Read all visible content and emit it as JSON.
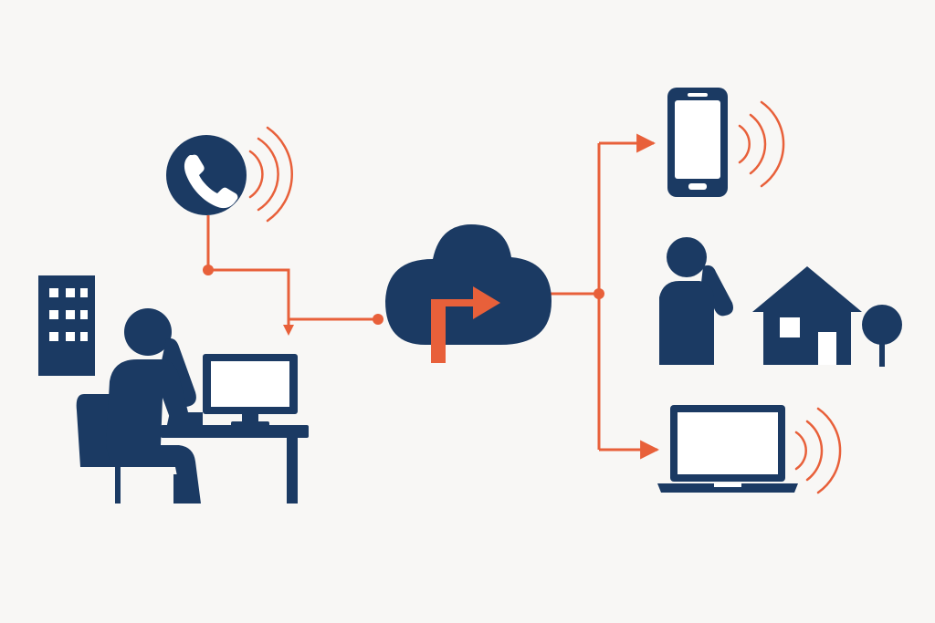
{
  "colors": {
    "background": "#f8f7f5",
    "navy": "#1b3a63",
    "accent": "#e8603a",
    "white": "#ffffff"
  },
  "nodes": [
    {
      "id": "incoming-call",
      "icon": "phone-call-icon"
    },
    {
      "id": "office",
      "icon": "office-building-icon"
    },
    {
      "id": "office-worker",
      "icon": "person-on-phone-at-desk-icon"
    },
    {
      "id": "cloud-forwarding",
      "icon": "cloud-forward-arrow-icon"
    },
    {
      "id": "mobile",
      "icon": "smartphone-icon"
    },
    {
      "id": "home",
      "icon": "person-on-phone-at-home-icon"
    },
    {
      "id": "laptop",
      "icon": "laptop-icon"
    }
  ]
}
